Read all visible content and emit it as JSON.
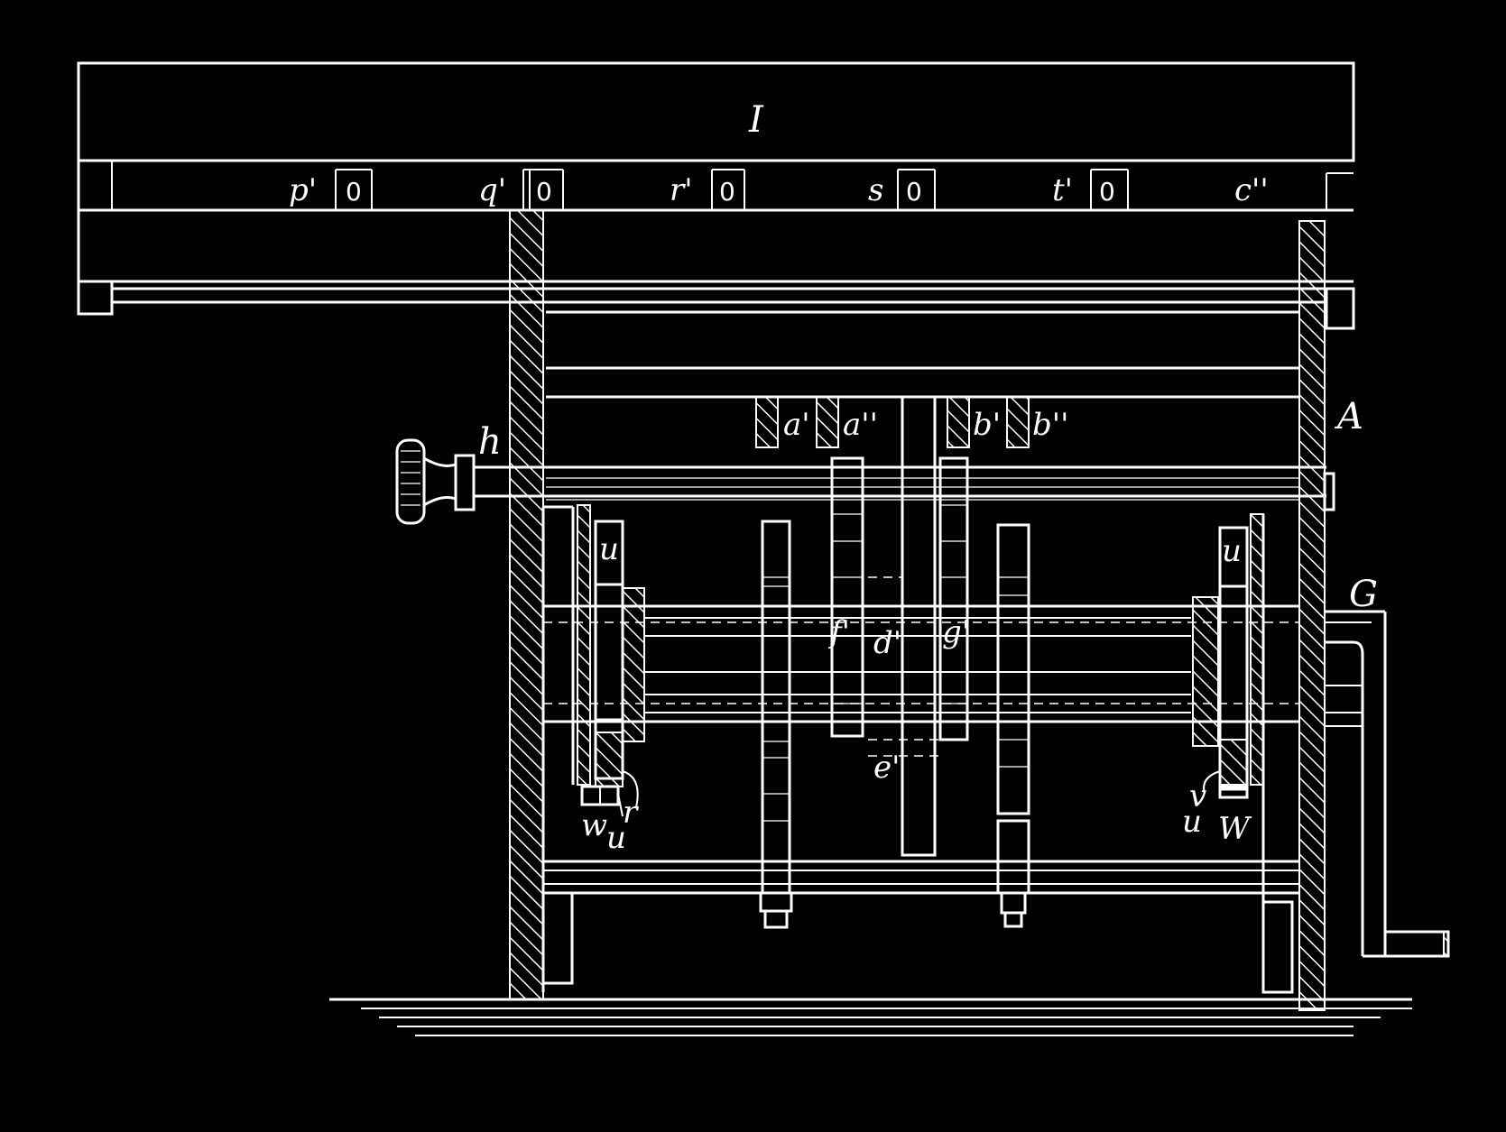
{
  "colors": {
    "background": "#000000",
    "ink": "#ffffff"
  },
  "labels": {
    "I": "I",
    "p1": "p'",
    "q1": "q'",
    "r1": "r'",
    "s": "s",
    "t1": "t'",
    "c2": "c''",
    "zero_p": "0",
    "zero_q": "0",
    "zero_r": "0",
    "zero_s": "0",
    "zero_t": "0",
    "A": "A",
    "h": "h",
    "a1": "a'",
    "a2": "a''",
    "b1": "b'",
    "b2": "b''",
    "G": "G",
    "u_left": "u",
    "u_right": "u",
    "f1": "f'",
    "d1": "d'",
    "g1": "g'",
    "e1": "e'",
    "w_left": "w",
    "u_left_low": "u",
    "r_left": "r",
    "v_right": "v",
    "u_right_low": "u",
    "w_right": "W"
  }
}
